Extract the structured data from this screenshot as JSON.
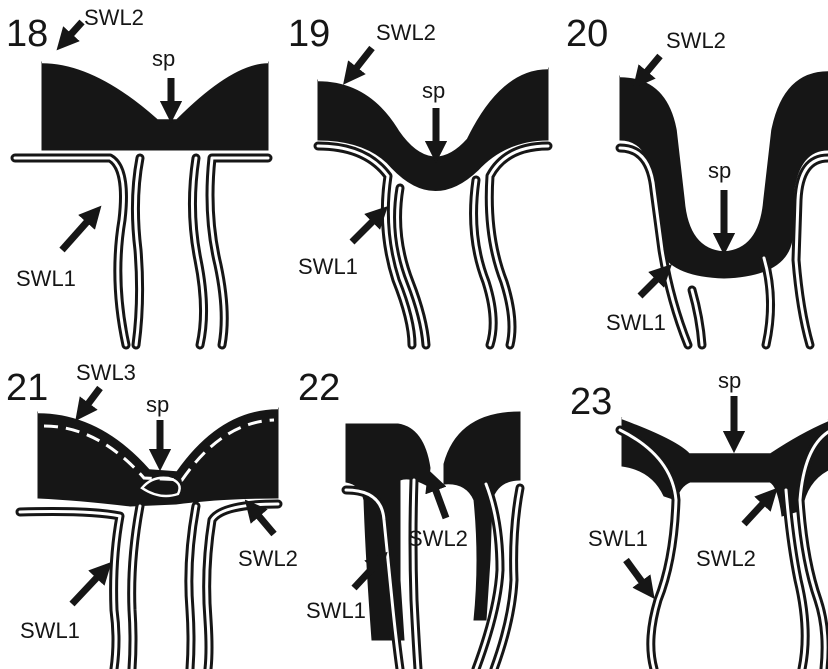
{
  "panels": [
    {
      "number": "18",
      "labels": [
        "SWL2",
        "sp",
        "SWL1"
      ]
    },
    {
      "number": "19",
      "labels": [
        "SWL2",
        "sp",
        "SWL1"
      ]
    },
    {
      "number": "20",
      "labels": [
        "SWL2",
        "sp",
        "SWL1"
      ]
    },
    {
      "number": "21",
      "labels": [
        "SWL3",
        "sp",
        "SWL1",
        "SWL2"
      ]
    },
    {
      "number": "22",
      "labels": [
        "SWL2",
        "SWL1"
      ]
    },
    {
      "number": "23",
      "labels": [
        "sp",
        "SWL1",
        "SWL2"
      ]
    }
  ],
  "colors": {
    "ink": "#161616",
    "background": "#ffffff"
  }
}
